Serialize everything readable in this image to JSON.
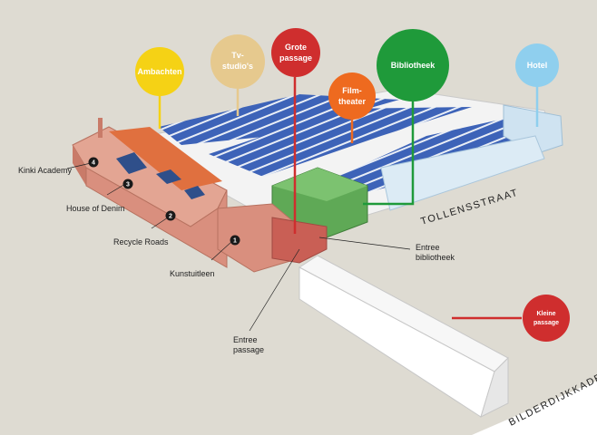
{
  "bubbles": [
    {
      "id": "ambachten",
      "lines": [
        "Ambachten"
      ],
      "color": "#f5d215"
    },
    {
      "id": "tv",
      "lines": [
        "Tv-",
        "studio's"
      ],
      "color": "#e6c98e"
    },
    {
      "id": "grote",
      "lines": [
        "Grote",
        "passage"
      ],
      "color": "#cf2e2e"
    },
    {
      "id": "film",
      "lines": [
        "Film-",
        "theater"
      ],
      "color": "#ee6a1f"
    },
    {
      "id": "bib",
      "lines": [
        "Bibliotheek"
      ],
      "color": "#1f9a3a"
    },
    {
      "id": "hotel",
      "lines": [
        "Hotel"
      ],
      "color": "#8fcfee"
    },
    {
      "id": "kleine",
      "lines": [
        "Kleine",
        "passage"
      ],
      "color": "#cf2e2e"
    }
  ],
  "numbered": [
    {
      "num": "4",
      "label": "Kinki Academy"
    },
    {
      "num": "3",
      "label": "House of Denim"
    },
    {
      "num": "2",
      "label": "Recycle Roads"
    },
    {
      "num": "1",
      "label": "Kunstuitleen"
    }
  ],
  "annotations": {
    "entree_bib": [
      "Entree",
      "bibliotheek"
    ],
    "entree_passage": [
      "Entree",
      "passage"
    ]
  },
  "streets": {
    "tollens": "TOLLENSSTRAAT",
    "bilderdijk": "BILDERDIJKKADE"
  },
  "colors": {
    "background": "#dedbd2",
    "roof_panel": "#3d63b8",
    "brick": "#d98f7e",
    "green_building": "#5fa956",
    "light_blue_building": "#cfe3f1"
  }
}
